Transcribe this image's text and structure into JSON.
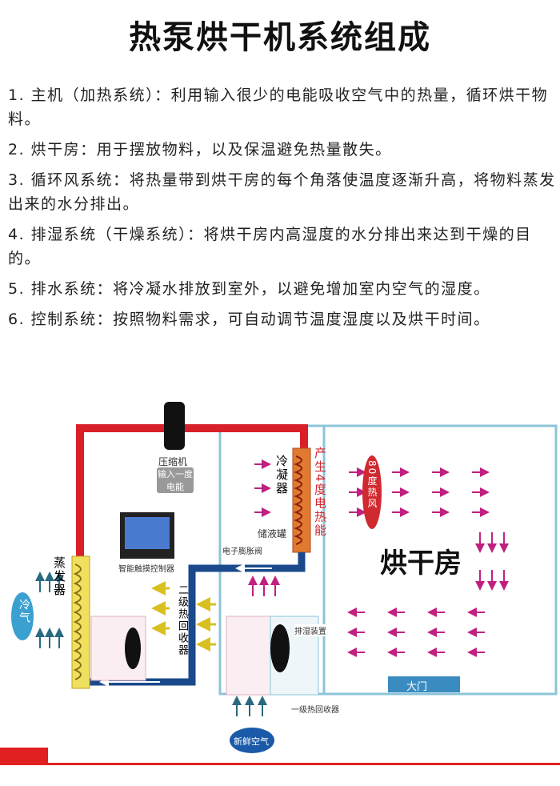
{
  "title": "热泵烘干机系统组成",
  "items": [
    "1. 主机（加热系统）：利用输入很少的电能吸收空气中的热量，循环烘干物料。",
    "2. 烘干房：用于摆放物料，以及保温避免热量散失。",
    "3. 循环风系统：将热量带到烘干房的每个角落使温度逐渐升高，将物料蒸发出来的水分排出。",
    "4. 排湿系统（干燥系统）：将烘干房内高湿度的水分排出来达到干燥的目的。",
    "5. 排水系统：将冷凝水排放到室外，以避免增加室内空气的湿度。",
    "6. 控制系统：按照物料需求，可自动调节温度湿度以及烘干时间。"
  ],
  "diagram": {
    "compressor": "压缩机",
    "input_energy": "输入一度电能",
    "condenser": "冷凝器",
    "output_energy": "产生4度电热能",
    "tank": "储液罐",
    "valve": "电子膨胀阀",
    "controller": "智能触摸控制器",
    "evaporator": "蒸发器",
    "cold_air": "冷气",
    "recovery2": "二级热回收器",
    "recovery1": "一级热回收器",
    "dehumidifier": "排湿装置",
    "fresh_air": "新鲜空气",
    "hot_air": "80度热风",
    "room": "烘干房",
    "door": "大门"
  },
  "colors": {
    "red": "#d8202a",
    "blue": "#1a4a8c",
    "lightblue": "#8cc4d8"
  }
}
